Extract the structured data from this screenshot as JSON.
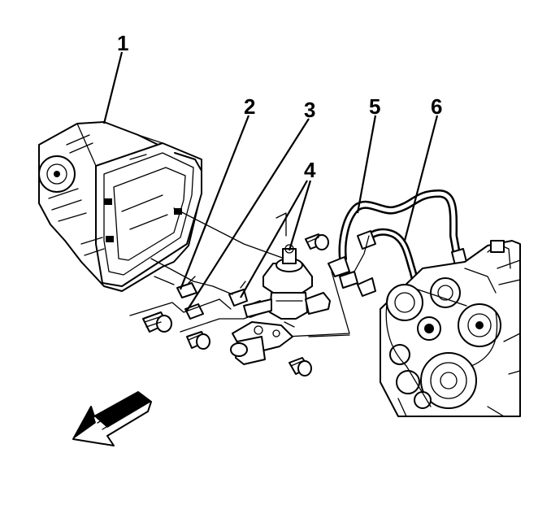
{
  "callouts": [
    {
      "id": "1",
      "label": "1"
    },
    {
      "id": "2",
      "label": "2"
    },
    {
      "id": "3",
      "label": "3"
    },
    {
      "id": "4",
      "label": "4"
    },
    {
      "id": "5",
      "label": "5"
    },
    {
      "id": "6",
      "label": "6"
    }
  ],
  "icons": {
    "direction": "front-direction-arrow-icon"
  }
}
